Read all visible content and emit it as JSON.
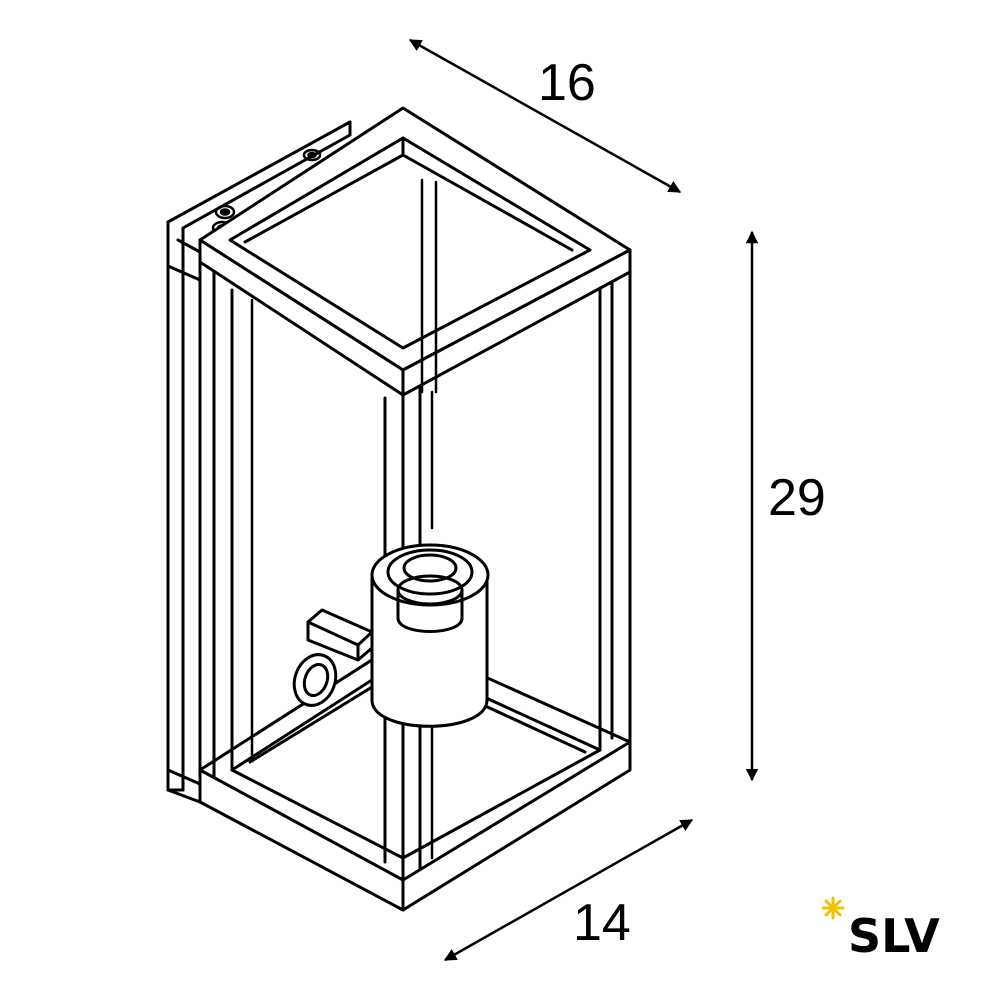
{
  "dimensions": {
    "depth": "16",
    "height": "29",
    "width": "14"
  },
  "logo": {
    "text": "SLV",
    "spark_color": "#f2c200"
  },
  "colors": {
    "line": "#000000",
    "background": "#ffffff"
  }
}
